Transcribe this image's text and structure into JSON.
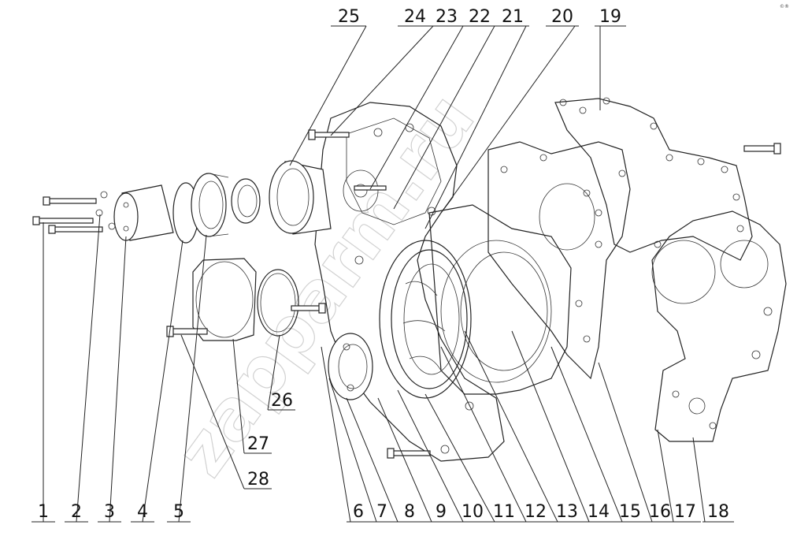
{
  "callouts": [
    {
      "label": "1"
    },
    {
      "label": "2"
    },
    {
      "label": "3"
    },
    {
      "label": "4"
    },
    {
      "label": "5"
    },
    {
      "label": "6"
    },
    {
      "label": "7"
    },
    {
      "label": "8"
    },
    {
      "label": "9"
    },
    {
      "label": "10"
    },
    {
      "label": "11"
    },
    {
      "label": "12"
    },
    {
      "label": "13"
    },
    {
      "label": "14"
    },
    {
      "label": "15"
    },
    {
      "label": "16"
    },
    {
      "label": "17"
    },
    {
      "label": "18"
    },
    {
      "label": "19"
    },
    {
      "label": "20"
    },
    {
      "label": "21"
    },
    {
      "label": "22"
    },
    {
      "label": "23"
    },
    {
      "label": "24"
    },
    {
      "label": "25"
    },
    {
      "label": "26"
    },
    {
      "label": "27"
    },
    {
      "label": "28"
    }
  ],
  "watermark": "zapparm.ru",
  "corner_mark": "©®"
}
